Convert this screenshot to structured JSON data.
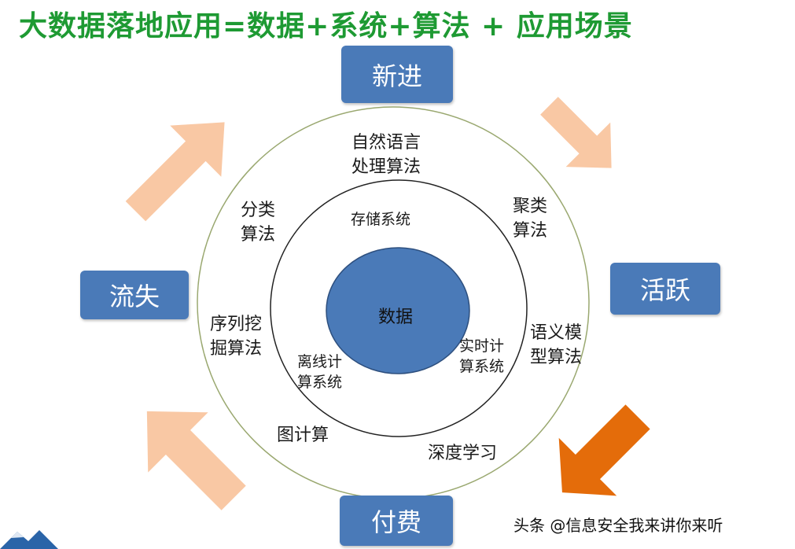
{
  "title": "大数据落地应用=数据+系统+算法 + 应用场景",
  "stages": {
    "top": "新进",
    "right": "活跃",
    "bottom": "付费",
    "left": "流失"
  },
  "core": "数据",
  "middle_ring": {
    "top": "存储系统",
    "left": [
      "离线计",
      "算系统"
    ],
    "right": [
      "实时计",
      "算系统"
    ]
  },
  "outer_ring": {
    "nlp": [
      "自然语言",
      "处理算法"
    ],
    "clustering": [
      "聚类",
      "算法"
    ],
    "semantic": [
      "语义模",
      "型算法"
    ],
    "deep_learning": "深度学习",
    "graph": "图计算",
    "sequence": [
      "序列挖",
      "掘算法"
    ],
    "classification": [
      "分类",
      "算法"
    ]
  },
  "colors": {
    "title": "#1e9a33",
    "box": "#4a7ab8",
    "core": "#4a7ab8",
    "arrow_light": "#f9c8a4",
    "arrow_dark": "#e46c0a",
    "outer_ring_stroke": "#9aa870"
  },
  "footer": "头条 @信息安全我来讲你来听"
}
